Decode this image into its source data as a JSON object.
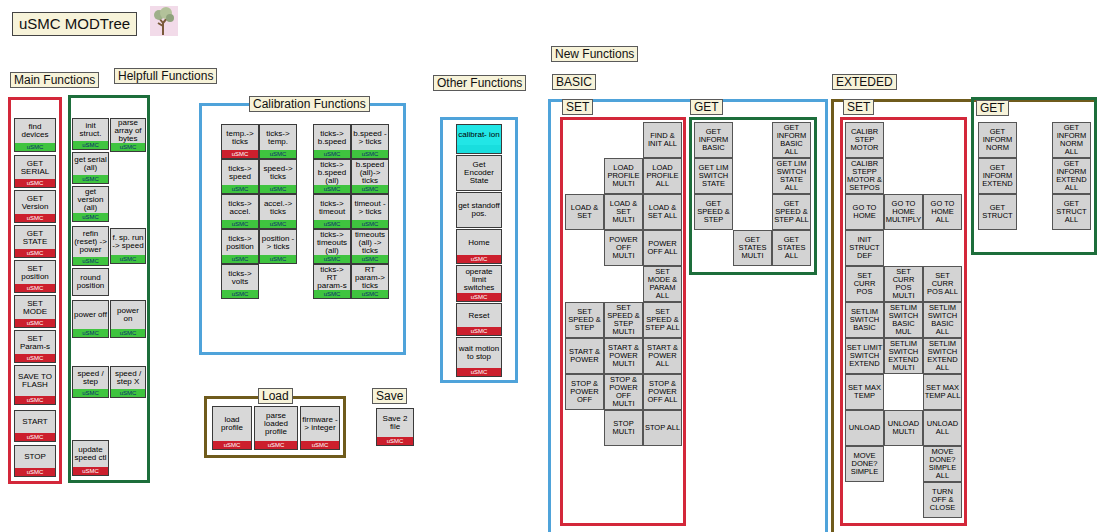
{
  "diagram": {
    "title": "uSMC MODTree",
    "nodes": [
      {
        "text": [
          "Main Functions"
        ]
      },
      {
        "text": [
          "find devices",
          "uSMC"
        ],
        "in": 0
      },
      {
        "text": [
          "GET SERIAL",
          "uSMC"
        ],
        "in": 0
      },
      {
        "text": [
          "GET Version",
          "uSMC"
        ],
        "in": 0
      },
      {
        "text": [
          "GET STATE",
          "uSMC"
        ],
        "in": 0
      },
      {
        "text": [
          "SET position",
          "uSMC"
        ],
        "in": 0
      },
      {
        "text": [
          "SET MODE",
          "uSMC"
        ],
        "in": 0
      },
      {
        "text": [
          "SET Param-s",
          "uSMC"
        ],
        "in": 0
      },
      {
        "text": [
          "SAVE TO FLASH",
          "uSMC"
        ],
        "in": 0
      },
      {
        "text": [
          "START",
          "uSMC"
        ],
        "in": 0
      },
      {
        "text": [
          "STOP",
          "uSMC"
        ],
        "in": 0
      },
      {
        "text": [
          "Helpfull Functions"
        ]
      },
      {
        "text": [
          "init struct.",
          "uSMC"
        ],
        "in": 11
      },
      {
        "text": [
          "parse array of bytes",
          "uSMC"
        ],
        "in": 11
      },
      {
        "text": [
          "get serial (all)",
          "uSMC"
        ],
        "in": 11
      },
      {
        "text": [
          "get version (all)",
          "uSMC"
        ],
        "in": 11
      },
      {
        "text": [
          "refin (reset) -> power",
          "uSMC"
        ],
        "in": 11
      },
      {
        "text": [
          "f. sp. run -> speed",
          "uSMC"
        ],
        "in": 11
      },
      {
        "text": [
          "round position"
        ],
        "in": 11
      },
      {
        "text": [
          "power off",
          "uSMC"
        ],
        "in": 11
      },
      {
        "text": [
          "power on",
          "uSMC"
        ],
        "in": 11
      },
      {
        "text": [
          "speed / step",
          "uSMC"
        ],
        "in": 11
      },
      {
        "text": [
          "speed / step X",
          "uSMC"
        ],
        "in": 11
      },
      {
        "text": [
          "update speed ctl",
          "uSMC"
        ],
        "in": 11
      },
      {
        "text": [
          "Calibration Functions"
        ]
      },
      {
        "text": [
          "temp.-> ticks",
          "uSMC"
        ],
        "in": 24
      },
      {
        "text": [
          "ticks-> temp.",
          "uSMC"
        ],
        "in": 24
      },
      {
        "text": [
          "ticks-> b.speed",
          "uSMC"
        ],
        "in": 24
      },
      {
        "text": [
          "b.speed -> ticks",
          "uSMC"
        ],
        "in": 24
      },
      {
        "text": [
          "ticks-> speed",
          "uSMC"
        ],
        "in": 24
      },
      {
        "text": [
          "speed-> ticks",
          "uSMC"
        ],
        "in": 24
      },
      {
        "text": [
          "ticks-> b.speed (all)",
          "uSMC"
        ],
        "in": 24
      },
      {
        "text": [
          "b.speed (all)-> ticks",
          "uSMC"
        ],
        "in": 24
      },
      {
        "text": [
          "ticks-> accel.",
          "uSMC"
        ],
        "in": 24
      },
      {
        "text": [
          "accel.-> ticks",
          "uSMC"
        ],
        "in": 24
      },
      {
        "text": [
          "ticks-> timeout",
          "uSMC"
        ],
        "in": 24
      },
      {
        "text": [
          "timeout -> ticks",
          "uSMC"
        ],
        "in": 24
      },
      {
        "text": [
          "ticks-> position",
          "uSMC"
        ],
        "in": 24
      },
      {
        "text": [
          "position -> ticks",
          "uSMC"
        ],
        "in": 24
      },
      {
        "text": [
          "ticks-> timeouts (all)",
          "uSMC"
        ],
        "in": 24
      },
      {
        "text": [
          "timeouts (all) -> ticks",
          "uSMC"
        ],
        "in": 24
      },
      {
        "text": [
          "ticks-> volts",
          "uSMC"
        ],
        "in": 24
      },
      {
        "text": [
          "ticks-> RT param-s",
          "uSMC"
        ],
        "in": 24
      },
      {
        "text": [
          "RT param-> ticks",
          "uSMC"
        ],
        "in": 24
      },
      {
        "text": [
          "Other Functions"
        ]
      },
      {
        "text": [
          "calibrat- ion"
        ],
        "in": 44
      },
      {
        "text": [
          "Get Encoder State"
        ],
        "in": 44
      },
      {
        "text": [
          "get standoff pos."
        ],
        "in": 44
      },
      {
        "text": [
          "Home",
          "uSMC"
        ],
        "in": 44
      },
      {
        "text": [
          "operate limit switches",
          "uSMC"
        ],
        "in": 44
      },
      {
        "text": [
          "Reset",
          "uSMC"
        ],
        "in": 44
      },
      {
        "text": [
          "wait motion to stop",
          "uSMC"
        ],
        "in": 44
      },
      {
        "text": [
          "Load"
        ]
      },
      {
        "text": [
          "load profile",
          "uSMC"
        ],
        "in": 52
      },
      {
        "text": [
          "parse loaded profile",
          "uSMC"
        ],
        "in": 52
      },
      {
        "text": [
          "firmware -> integer",
          "uSMC"
        ],
        "in": 52
      },
      {
        "text": [
          "Save"
        ]
      },
      {
        "text": [
          "Save 2 file",
          "uSMC"
        ]
      },
      {
        "text": [
          "New Functions"
        ]
      },
      {
        "text": [
          "BASIC"
        ]
      },
      {
        "text": [
          "SET"
        ],
        "in": 59
      },
      {
        "text": [
          "FIND & INIT ALL"
        ],
        "in": 60
      },
      {
        "text": [
          "LOAD PROFILE MULTI"
        ],
        "in": 60
      },
      {
        "text": [
          "LOAD PROFILE ALL"
        ],
        "in": 60
      },
      {
        "text": [
          "LOAD & SET"
        ],
        "in": 60
      },
      {
        "text": [
          "LOAD & SET MULTI"
        ],
        "in": 60
      },
      {
        "text": [
          "LOAD & SET ALL"
        ],
        "in": 60
      },
      {
        "text": [
          "POWER OFF MULTI"
        ],
        "in": 60
      },
      {
        "text": [
          "POWER OFF ALL"
        ],
        "in": 60
      },
      {
        "text": [
          "SET MODE & PARAM ALL"
        ],
        "in": 60
      },
      {
        "text": [
          "SET SPEED & STEP"
        ],
        "in": 60
      },
      {
        "text": [
          "SET SPEED & STEP MULTI"
        ],
        "in": 60
      },
      {
        "text": [
          "SET SPEED & STEP ALL"
        ],
        "in": 60
      },
      {
        "text": [
          "START & POWER"
        ],
        "in": 60
      },
      {
        "text": [
          "START & POWER MULTI"
        ],
        "in": 60
      },
      {
        "text": [
          "START & POWER ALL"
        ],
        "in": 60
      },
      {
        "text": [
          "STOP & POWER OFF"
        ],
        "in": 60
      },
      {
        "text": [
          "STOP & POWER OFF MULTI"
        ],
        "in": 60
      },
      {
        "text": [
          "STOP & POWER OFF ALL"
        ],
        "in": 60
      },
      {
        "text": [
          "STOP MULTI"
        ],
        "in": 60
      },
      {
        "text": [
          "STOP ALL"
        ],
        "in": 60
      },
      {
        "text": [
          "GET"
        ],
        "in": 59
      },
      {
        "text": [
          "GET INFORM BASIC"
        ],
        "in": 81
      },
      {
        "text": [
          "GET INFORM BASIC ALL"
        ],
        "in": 81
      },
      {
        "text": [
          "GET LIM SWITCH STATE"
        ],
        "in": 81
      },
      {
        "text": [
          "GET LIM SWITCH STATE ALL"
        ],
        "in": 81
      },
      {
        "text": [
          "GET SPEED & STEP"
        ],
        "in": 81
      },
      {
        "text": [
          "GET SPEED & STEP ALL"
        ],
        "in": 81
      },
      {
        "text": [
          "GET STATES MULTI"
        ],
        "in": 81
      },
      {
        "text": [
          "GET STATES ALL"
        ],
        "in": 81
      },
      {
        "text": [
          "EXTEDED"
        ]
      },
      {
        "text": [
          "SET"
        ],
        "in": 90
      },
      {
        "text": [
          "CALIBR STEP MOTOR"
        ],
        "in": 91
      },
      {
        "text": [
          "CALIBR STEPP MOTOR & SETPOS"
        ],
        "in": 91
      },
      {
        "text": [
          "GO TO HOME"
        ],
        "in": 91
      },
      {
        "text": [
          "GO TO HOME MULTIPLY"
        ],
        "in": 91
      },
      {
        "text": [
          "GO TO HOME ALL"
        ],
        "in": 91
      },
      {
        "text": [
          "INIT STRUCT DEF"
        ],
        "in": 91
      },
      {
        "text": [
          "SET CURR POS"
        ],
        "in": 91
      },
      {
        "text": [
          "SET CURR POS MULTI"
        ],
        "in": 91
      },
      {
        "text": [
          "SET CURR POS ALL"
        ],
        "in": 91
      },
      {
        "text": [
          "SETLIM SWITCH BASIC"
        ],
        "in": 91
      },
      {
        "text": [
          "SETLIM SWITCH BASIC MUL"
        ],
        "in": 91
      },
      {
        "text": [
          "SETLIM SWITCH BASIC ALL"
        ],
        "in": 91
      },
      {
        "text": [
          "SET LIMIT SWITCH EXTEND"
        ],
        "in": 91
      },
      {
        "text": [
          "SETLIM SWITCH EXTEND MULTI"
        ],
        "in": 91
      },
      {
        "text": [
          "SETLIM SWITCH EXTEND ALL"
        ],
        "in": 91
      },
      {
        "text": [
          "SET MAX TEMP"
        ],
        "in": 91
      },
      {
        "text": [
          "SET MAX TEMP ALL"
        ],
        "in": 91
      },
      {
        "text": [
          "UNLOAD"
        ],
        "in": 91
      },
      {
        "text": [
          "UNLOAD MULTI"
        ],
        "in": 91
      },
      {
        "text": [
          "UNLOAD ALL"
        ],
        "in": 91
      },
      {
        "text": [
          "MOVE DONE? SIMPLE"
        ],
        "in": 91
      },
      {
        "text": [
          "MOVE DONE? SIMPLE ALL"
        ],
        "in": 91
      },
      {
        "text": [
          "TURN OFF & CLOSE"
        ],
        "in": 91
      },
      {
        "text": [
          "GET"
        ],
        "in": 90
      },
      {
        "text": [
          "GET INFORM NORM"
        ],
        "in": 115
      },
      {
        "text": [
          "GET INFORM NORM ALL"
        ],
        "in": 115
      },
      {
        "text": [
          "GET INFORM EXTEND"
        ],
        "in": 115
      },
      {
        "text": [
          "GET INFORM EXTEND ALL"
        ],
        "in": 115
      },
      {
        "text": [
          "GET STRUCT"
        ],
        "in": 115
      },
      {
        "text": [
          "GET STRUCT ALL"
        ],
        "in": 115
      }
    ]
  }
}
